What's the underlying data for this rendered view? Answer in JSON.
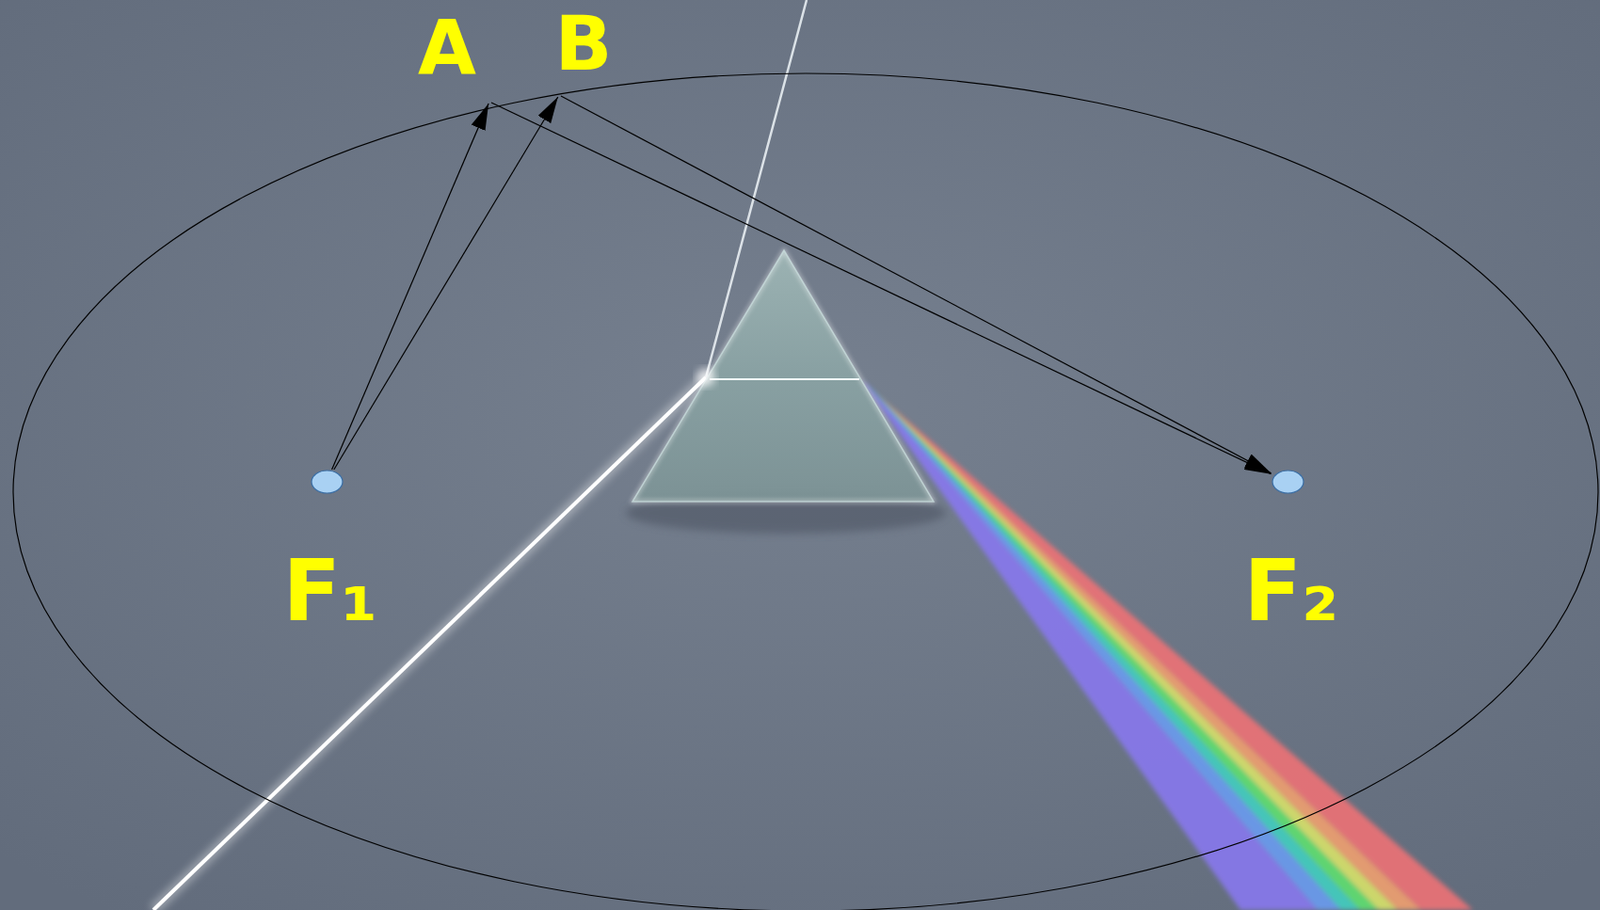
{
  "diagram": {
    "nodes": [
      {
        "text": [
          "A"
        ]
      },
      {
        "text": [
          "B"
        ]
      },
      {
        "text": [
          "F₁"
        ]
      },
      {
        "text": [
          "F₂"
        ]
      }
    ],
    "edges": [
      {
        "from": 2,
        "to": 0,
        "arrow": "to"
      },
      {
        "from": 2,
        "to": 1,
        "arrow": "to"
      },
      {
        "from": 0,
        "to": 3,
        "arrow": "to"
      },
      {
        "from": 1,
        "to": 3,
        "arrow": "to"
      }
    ]
  }
}
